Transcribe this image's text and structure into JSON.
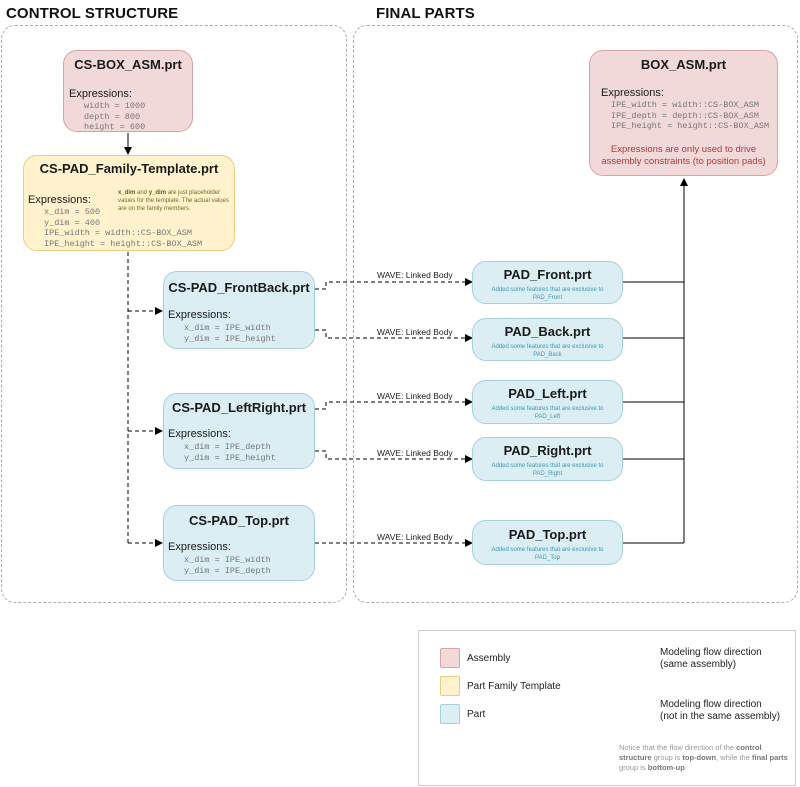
{
  "groups": {
    "control_title": "CONTROL STRUCTURE",
    "final_title": "FINAL PARTS"
  },
  "colors": {
    "assembly": "#f2d9d9",
    "template": "#fff2cc",
    "part": "#dbeef3",
    "note_red": "#b03a3a"
  },
  "cs_box": {
    "title": "CS-BOX_ASM.prt",
    "expr_label": "Expressions:",
    "expr": "width = 1000\ndepth = 800\nheight = 600"
  },
  "cs_template": {
    "title": "CS-PAD_Family-Template.prt",
    "expr_label": "Expressions:",
    "expr": "x_dim = 500\ny_dim = 400\nIPE_width = width::CS-BOX_ASM\nIPE_height = height::CS-BOX_ASM",
    "note_x": "x_dim",
    "note_and": " and ",
    "note_y": "y_dim",
    "note_rest": " are just placeholder values for the template. The actual values are on the family members."
  },
  "cs_frontback": {
    "title": "CS-PAD_FrontBack.prt",
    "expr_label": "Expressions:",
    "expr": "x_dim = IPE_width\ny_dim = IPE_height"
  },
  "cs_leftright": {
    "title": "CS-PAD_LeftRight.prt",
    "expr_label": "Expressions:",
    "expr": "x_dim = IPE_depth\ny_dim = IPE_height"
  },
  "cs_top": {
    "title": "CS-PAD_Top.prt",
    "expr_label": "Expressions:",
    "expr": "x_dim = IPE_width\ny_dim = IPE_depth"
  },
  "box_asm": {
    "title": "BOX_ASM.prt",
    "expr_label": "Expressions:",
    "expr": "IPE_width = width::CS-BOX_ASM\nIPE_depth = depth::CS-BOX_ASM\nIPE_height = height::CS-BOX_ASM",
    "note": "Expressions are only used to drive assembly constraints (to position pads)"
  },
  "pad_front": {
    "title": "PAD_Front.prt",
    "sub": "Added some features that are exclusive to PAD_Front"
  },
  "pad_back": {
    "title": "PAD_Back.prt",
    "sub": "Added some features that are exclusive to PAD_Back"
  },
  "pad_left": {
    "title": "PAD_Left.prt",
    "sub": "Added some features that are exclusive to PAD_Left"
  },
  "pad_right": {
    "title": "PAD_Right.prt",
    "sub": "Added some features that are exclusive to PAD_Right"
  },
  "pad_top": {
    "title": "PAD_Top.prt",
    "sub": "Added some features that are exclusive to PAD_Top"
  },
  "wave_label": "WAVE: Linked Body",
  "legend": {
    "assembly": "Assembly",
    "template": "Part Family Template",
    "part": "Part",
    "solid_line1": "Modeling flow direction",
    "solid_line2": "(same assembly)",
    "dashed_line1": "Modeling flow direction",
    "dashed_line2": "(not in the same assembly)",
    "note_1": "Notice that the flow direction of the ",
    "note_2": "control structure",
    "note_3": " group is ",
    "note_4": "top-down",
    "note_5": ", while the ",
    "note_6": "final parts",
    "note_7": " group is ",
    "note_8": "bottom-up"
  }
}
